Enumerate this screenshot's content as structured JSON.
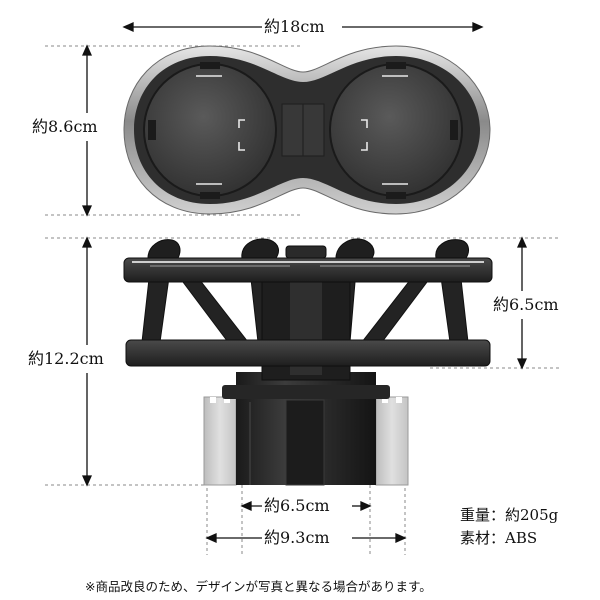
{
  "dimensions": {
    "top_width": "約18cm",
    "top_depth": "約8.6cm",
    "cup_height": "約6.5cm",
    "total_height": "約12.2cm",
    "base_inner_width": "約6.5cm",
    "base_outer_width": "約9.3cm"
  },
  "specs": {
    "weight": "重量：約205g",
    "material": "素材：ABS"
  },
  "footnote": "※商品改良のため、デザインが写真と異なる場合があります。"
}
